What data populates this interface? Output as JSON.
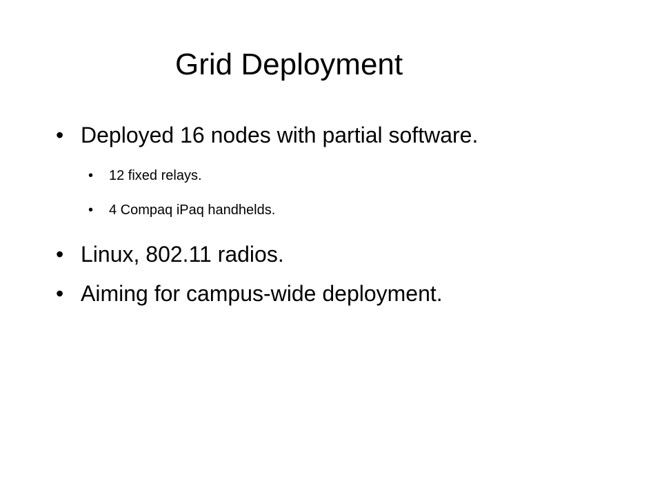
{
  "slide": {
    "title": "Grid Deployment",
    "bullet_glyph": "•",
    "items": [
      {
        "level": 1,
        "text": "Deployed 16 nodes with partial software."
      },
      {
        "level": 2,
        "text": "12 fixed relays."
      },
      {
        "level": 2,
        "text": "4 Compaq iPaq handhelds."
      },
      {
        "level": 1,
        "text": "Linux, 802.11 radios."
      },
      {
        "level": 1,
        "text": "Aiming for campus-wide deployment."
      }
    ]
  }
}
